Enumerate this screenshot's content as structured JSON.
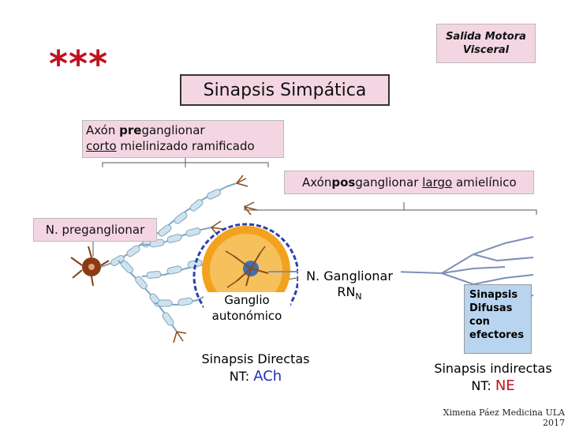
{
  "stars": "***",
  "salida": {
    "line1": "Salida Motora",
    "line2": "Visceral"
  },
  "title": "Sinapsis Simpática",
  "axon_pre": {
    "prefix": "Axón ",
    "bold": "pre",
    "suffix1": "ganglionar",
    "underlined": "corto",
    "suffix2": " mielinizado ramificado"
  },
  "axon_pos": {
    "prefix": "Axón ",
    "bold": "pos",
    "middle": "ganglionar ",
    "underlined": "largo",
    "suffix": " amielínico"
  },
  "n_preganglionar": "N. preganglionar",
  "n_ganglionar": {
    "line1": "N. Ganglionar",
    "line2": "RN",
    "sub": "N"
  },
  "ganglio": {
    "line1": "Ganglio",
    "line2": "autonómico"
  },
  "difusas": {
    "l1": "Sinapsis",
    "l2": "Difusas",
    "l3": "con",
    "l4": "efectores"
  },
  "directas": {
    "label": "Sinapsis Directas",
    "nt_prefix": "NT: ",
    "nt_value": "ACh"
  },
  "indirectas": {
    "label": "Sinapsis indirectas",
    "nt_prefix": "NT: ",
    "nt_value": "NE"
  },
  "credit": "Ximena Páez Medicina ULA 2017",
  "colors": {
    "pink": "#f4d6e3",
    "blue_box": "#b9d4ee",
    "ach": "#1f2fb8",
    "ne": "#c1121f",
    "ganglion": "#f3a21d",
    "stars": "#c1121f"
  }
}
